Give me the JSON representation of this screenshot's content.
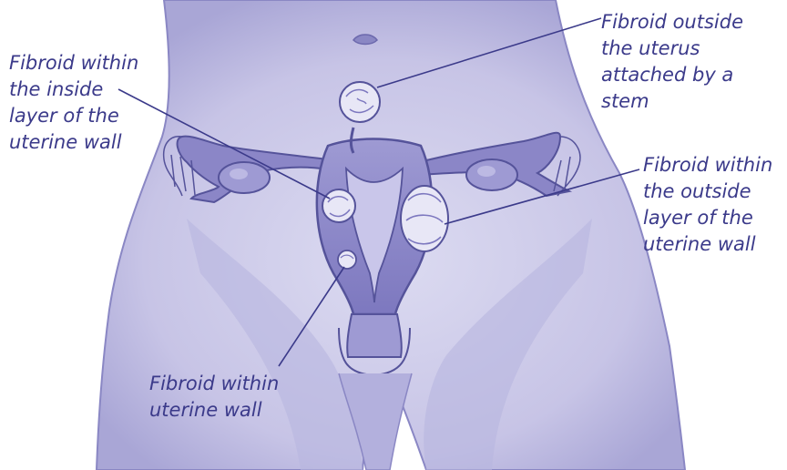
{
  "colors": {
    "body_fill": "#cfcdea",
    "body_shade": "#a9a6d6",
    "outline": "#55539a",
    "organ_fill": "#8b86c7",
    "organ_dark": "#6c67b3",
    "fibroid_fill": "#e8e7f6",
    "text": "#3b3a8a",
    "leader": "#3b3a8a"
  },
  "labels": {
    "inside_layer": {
      "lines": [
        "Fibroid within",
        "the inside",
        "layer of the",
        "uterine wall"
      ]
    },
    "outside_stem": {
      "lines": [
        "Fibroid outside",
        "the uterus",
        "attached by a",
        "stem"
      ]
    },
    "outside_layer": {
      "lines": [
        "Fibroid within",
        "the outside",
        "layer of the",
        "uterine wall"
      ]
    },
    "within_wall": {
      "lines": [
        "Fibroid within",
        "uterine wall"
      ]
    }
  }
}
